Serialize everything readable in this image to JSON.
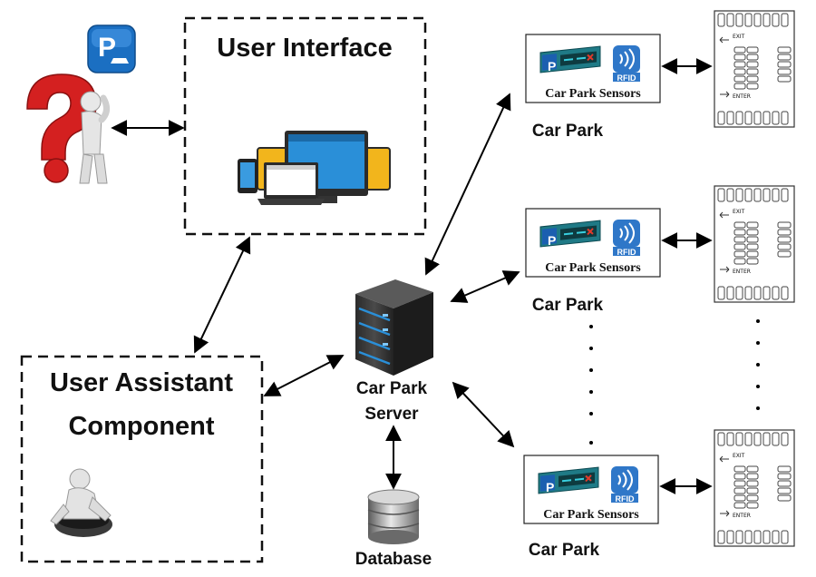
{
  "user_interface": {
    "title": "User Interface"
  },
  "user_assistant": {
    "title_line1": "User Assistant",
    "title_line2": "Component"
  },
  "server": {
    "label_line1": "Car Park",
    "label_line2": "Server"
  },
  "database": {
    "label": "Database"
  },
  "car_parks": [
    {
      "label": "Car Park",
      "sensor_caption": "Car Park Sensors"
    },
    {
      "label": "Car Park",
      "sensor_caption": "Car Park Sensors"
    },
    {
      "label": "Car Park",
      "sensor_caption": "Car Park Sensors"
    }
  ],
  "sensor_panel": {
    "p_letter": "P",
    "rfid_text": "RFID"
  },
  "lot_map": {
    "exit_text": "EXIT",
    "enter_text": "ENTER"
  },
  "parking_badge": {
    "p_letter": "P"
  },
  "colors": {
    "badge_blue": "#1b6fc2",
    "question_red": "#d42020",
    "server_blue": "#2a8fd8",
    "sensor_teal": "#1f7a86",
    "sensor_red": "#e23a2b",
    "rfid_blue": "#2f77c8"
  },
  "icons": [
    "parking-badge-icon",
    "question-figure-icon",
    "devices-icon",
    "assistant-figure-icon",
    "server-icon",
    "database-icon",
    "parking-sign-icon",
    "rfid-icon",
    "parking-lot-map-icon"
  ]
}
